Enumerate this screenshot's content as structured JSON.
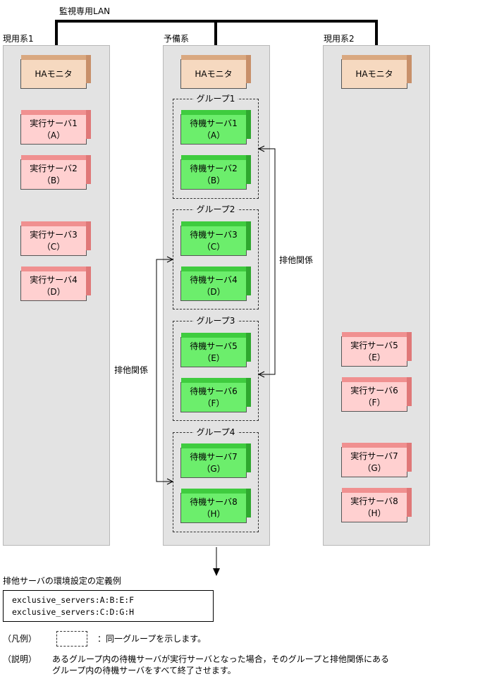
{
  "lan_label": "監視専用LAN",
  "columns": {
    "active1": "現用系1",
    "standby": "予備系",
    "active2": "現用系2"
  },
  "ha_monitor": "HAモニタ",
  "active1_servers": [
    {
      "name": "実行サーバ1",
      "id": "（A）"
    },
    {
      "name": "実行サーバ2",
      "id": "（B）"
    },
    {
      "name": "実行サーバ3",
      "id": "（C）"
    },
    {
      "name": "実行サーバ4",
      "id": "（D）"
    }
  ],
  "active2_servers": [
    {
      "name": "実行サーバ5",
      "id": "（E）"
    },
    {
      "name": "実行サーバ6",
      "id": "（F）"
    },
    {
      "name": "実行サーバ7",
      "id": "（G）"
    },
    {
      "name": "実行サーバ8",
      "id": "（H）"
    }
  ],
  "groups": [
    {
      "title": "グループ1",
      "servers": [
        {
          "name": "待機サーバ1",
          "id": "（A）"
        },
        {
          "name": "待機サーバ2",
          "id": "（B）"
        }
      ]
    },
    {
      "title": "グループ2",
      "servers": [
        {
          "name": "待機サーバ3",
          "id": "（C）"
        },
        {
          "name": "待機サーバ4",
          "id": "（D）"
        }
      ]
    },
    {
      "title": "グループ3",
      "servers": [
        {
          "name": "待機サーバ5",
          "id": "（E）"
        },
        {
          "name": "待機サーバ6",
          "id": "（F）"
        }
      ]
    },
    {
      "title": "グループ4",
      "servers": [
        {
          "name": "待機サーバ7",
          "id": "（G）"
        },
        {
          "name": "待機サーバ8",
          "id": "（H）"
        }
      ]
    }
  ],
  "exclusive_label_left": "排他関係",
  "exclusive_label_right": "排他関係",
  "config_title": "排他サーバの環境設定の定義例",
  "config_lines": [
    "exclusive_servers:A:B:E:F",
    "exclusive_servers:C:D:G:H"
  ],
  "legend": {
    "label": "（凡例）",
    "text": "：同一グループを示します。"
  },
  "explanation": {
    "label": "（説明）",
    "line1": "あるグループ内の待機サーバが実行サーバとなった場合，そのグループと排他関係にある",
    "line2": "グループ内の待機サーバをすべて終了させます。"
  },
  "colors": {
    "exec_box": "#ffd0d0",
    "standby_box": "#6cee6c",
    "ha_box": "#f6d9c0",
    "column_bg": "#e3e3e3"
  }
}
